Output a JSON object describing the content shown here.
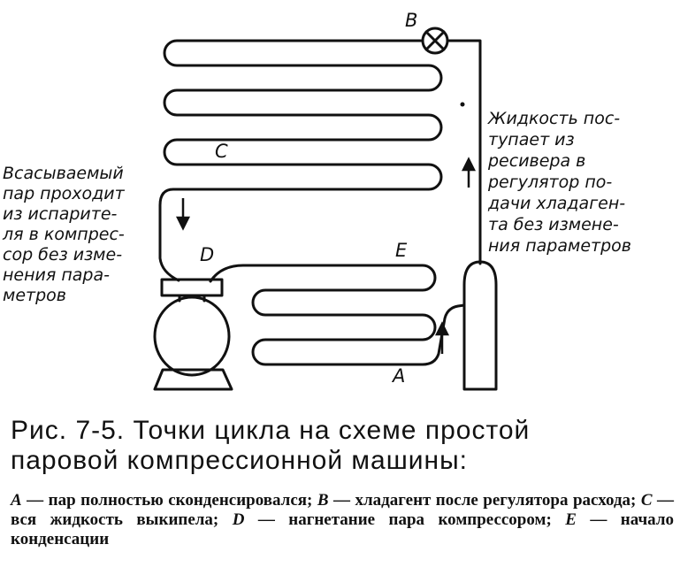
{
  "labels": {
    "A": "A",
    "B": "B",
    "C": "C",
    "D": "D",
    "E": "E"
  },
  "left_note": [
    "Всасываемый",
    "пар проходит",
    "из испарите-",
    "ля в компрес-",
    "сор без изме-",
    "нения пара-",
    "метров"
  ],
  "right_note": [
    "Жидкость пос-",
    "тупает из",
    "ресивера в",
    "регулятор по-",
    "дачи хладаген-",
    "та без измене-",
    "ния параметров"
  ],
  "caption": {
    "line1": "Рис. 7-5. Точки цикла на схеме простой",
    "line2": "паровой компрессионной машины:"
  },
  "legend": [
    {
      "key": "A",
      "text": " — пар полностью сконденсировался; "
    },
    {
      "key": "B",
      "text": " — хладагент после регулятора расхода; "
    },
    {
      "key": "C",
      "text": " — вся жидкость выкипела; "
    },
    {
      "key": "D",
      "text": " — нагнетание пара компрессором; "
    },
    {
      "key": "E",
      "text": " — начало конденсации"
    }
  ]
}
